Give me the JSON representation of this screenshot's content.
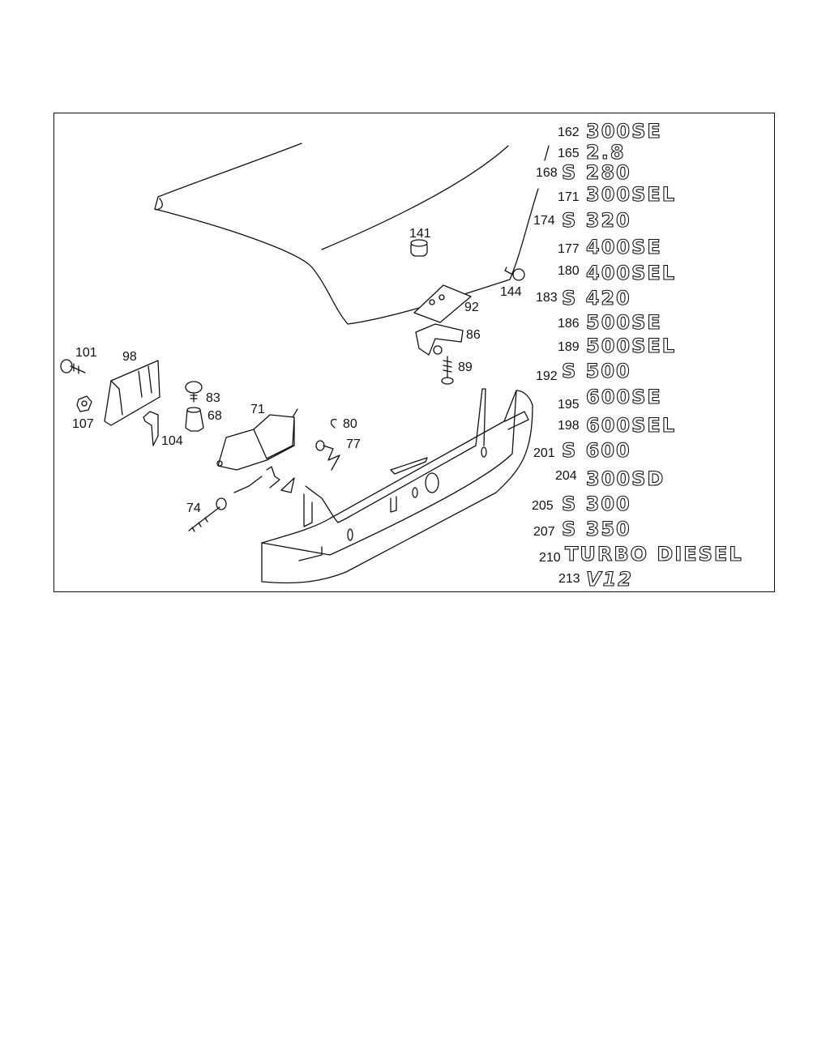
{
  "diagram": {
    "callouts": [
      {
        "id": "101",
        "label": "101"
      },
      {
        "id": "98",
        "label": "98"
      },
      {
        "id": "107",
        "label": "107"
      },
      {
        "id": "104",
        "label": "104"
      },
      {
        "id": "83",
        "label": "83"
      },
      {
        "id": "68",
        "label": "68"
      },
      {
        "id": "71",
        "label": "71"
      },
      {
        "id": "80",
        "label": "80"
      },
      {
        "id": "77",
        "label": "77"
      },
      {
        "id": "74",
        "label": "74"
      },
      {
        "id": "141",
        "label": "141"
      },
      {
        "id": "144",
        "label": "144"
      },
      {
        "id": "92",
        "label": "92"
      },
      {
        "id": "86",
        "label": "86"
      },
      {
        "id": "89",
        "label": "89"
      }
    ],
    "emblems": [
      {
        "number": "162",
        "text": "300SE"
      },
      {
        "number": "165",
        "text": "2.8"
      },
      {
        "number": "168",
        "text": "S 280"
      },
      {
        "number": "171",
        "text": "300SEL"
      },
      {
        "number": "174",
        "text": "S 320"
      },
      {
        "number": "177",
        "text": "400SE"
      },
      {
        "number": "180",
        "text": "400SEL"
      },
      {
        "number": "183",
        "text": "S 420"
      },
      {
        "number": "186",
        "text": "500SE"
      },
      {
        "number": "189",
        "text": "500SEL"
      },
      {
        "number": "192",
        "text": "S 500"
      },
      {
        "number": "195",
        "text": "600SE"
      },
      {
        "number": "198",
        "text": "600SEL"
      },
      {
        "number": "201",
        "text": "S 600"
      },
      {
        "number": "204",
        "text": "300SD"
      },
      {
        "number": "205",
        "text": "S 300"
      },
      {
        "number": "207",
        "text": "S 350"
      },
      {
        "number": "210",
        "text": "TURBO DIESEL"
      },
      {
        "number": "213",
        "text": "V12"
      }
    ]
  }
}
